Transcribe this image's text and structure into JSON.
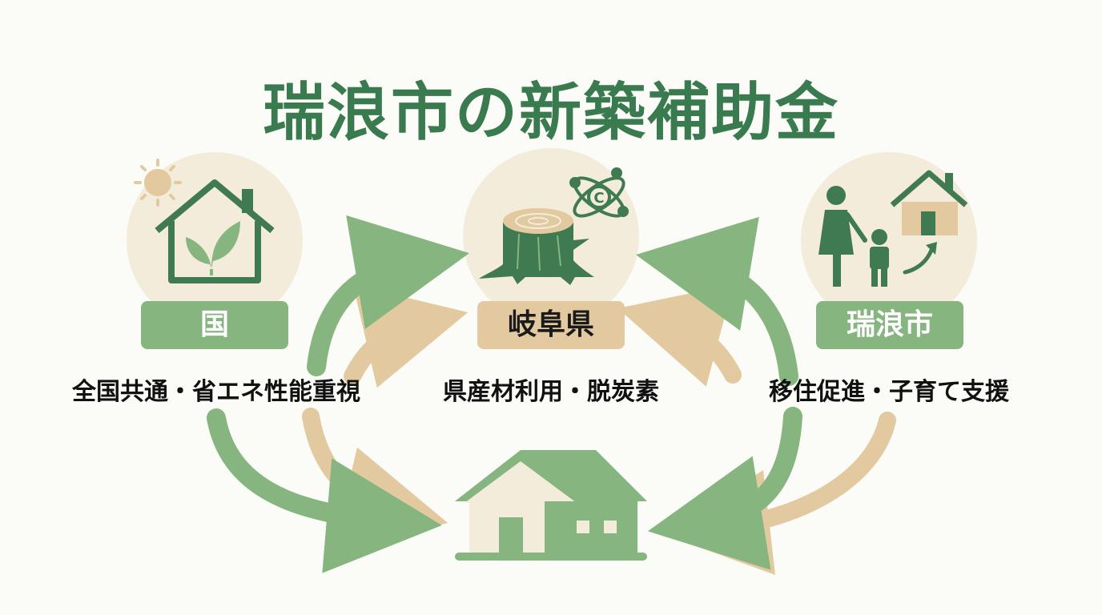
{
  "title": "瑞浪市の新築補助金",
  "sources": [
    {
      "id": "kuni",
      "label": "国",
      "description": "全国共通・省エネ性能重視",
      "icon": "eco-house-icon",
      "color": "#86b57f"
    },
    {
      "id": "gifu",
      "label": "岐阜県",
      "description": "県産材利用・脱炭素",
      "icon": "tree-stump-carbon-icon",
      "color": "#e3c9a0"
    },
    {
      "id": "mizunami",
      "label": "瑞浪市",
      "description": "移住促進・子育て支援",
      "icon": "family-relocation-icon",
      "color": "#86b57f"
    }
  ],
  "target": {
    "icon": "new-house-icon"
  },
  "colors": {
    "title": "#3a7a4f",
    "dark_green": "#3f7a50",
    "light_green": "#86b57f",
    "tan": "#e3c9a0",
    "cream": "#f3ecdb"
  }
}
